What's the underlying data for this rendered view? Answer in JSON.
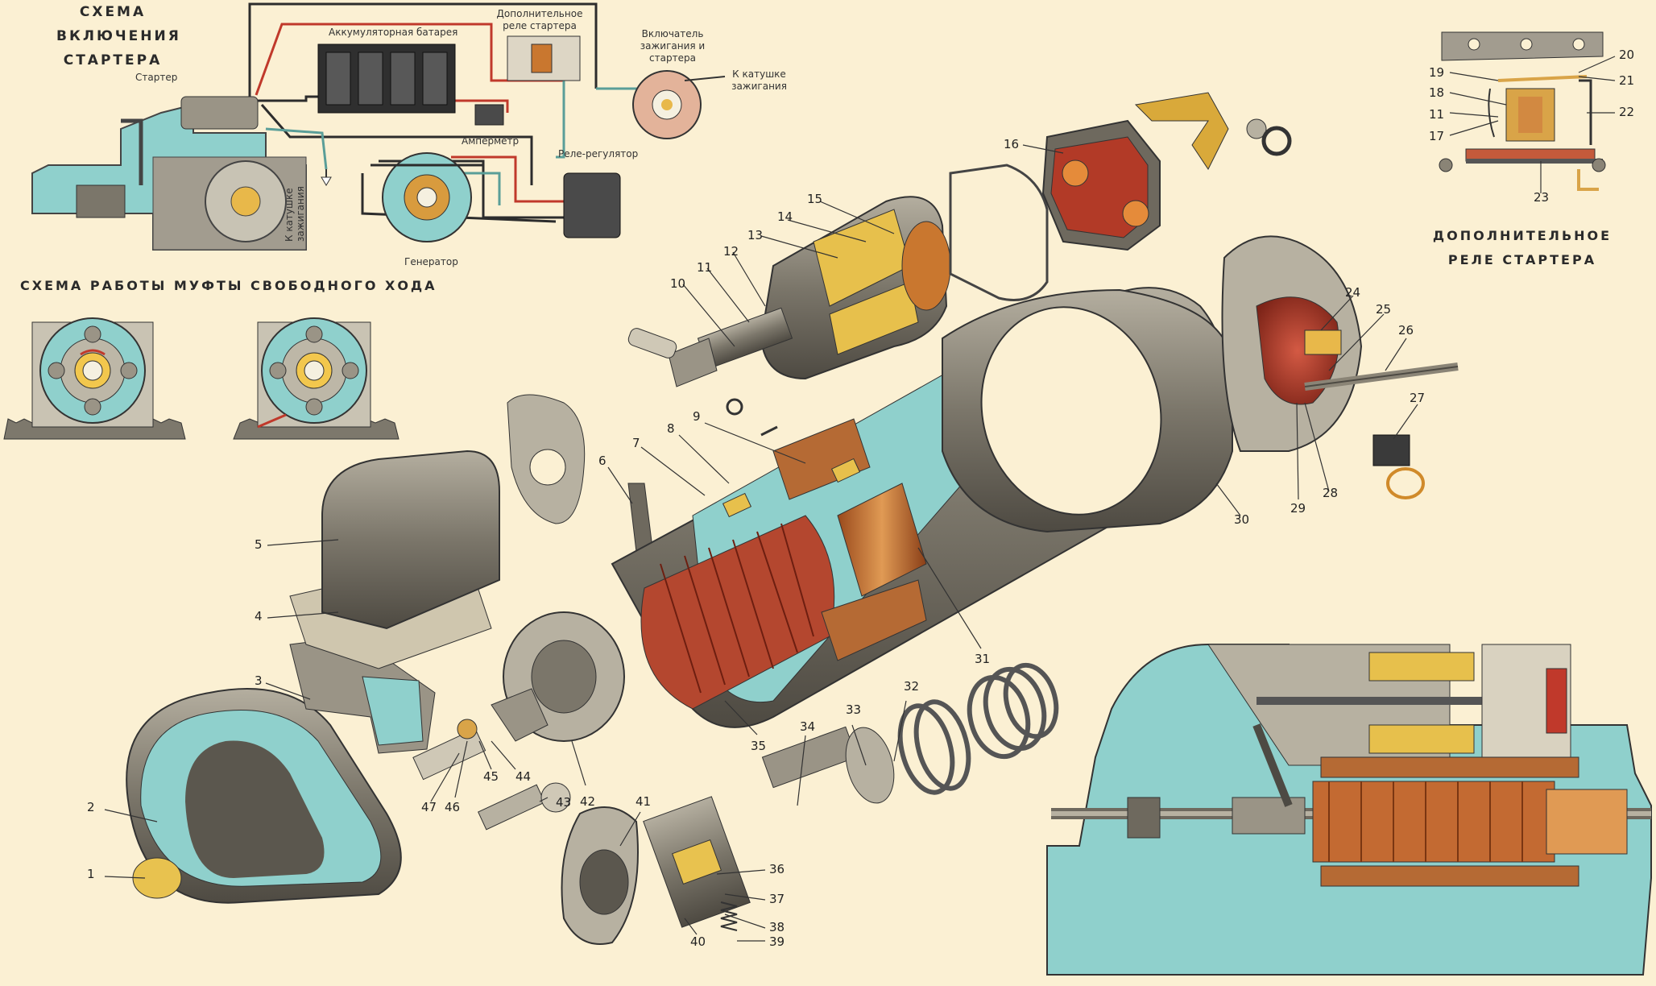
{
  "titles": {
    "starter_scheme": "СХЕМА ВКЛЮЧЕНИЯ СТАРТЕРА",
    "clutch_scheme": "СХЕМА РАБОТЫ МУФТЫ СВОБОДНОГО ХОДА",
    "relay": "ДОПОЛНИТЕЛЬНОЕ РЕЛЕ СТАРТЕРА"
  },
  "scheme_labels": {
    "starter": "Стартер",
    "battery": "Аккумуляторная батарея",
    "aux_relay": "Дополнительное реле стартера",
    "ignition_switch": "Включатель зажигания и стартера",
    "to_coil_right": "К катушке зажигания",
    "ammeter": "Амперметр",
    "regulator": "Реле-регулятор",
    "generator": "Генератор",
    "to_coil_vertical": "К катушке зажигания"
  },
  "part_numbers": [
    "1",
    "2",
    "3",
    "4",
    "5",
    "6",
    "7",
    "8",
    "9",
    "10",
    "11",
    "12",
    "13",
    "14",
    "15",
    "16",
    "17",
    "18",
    "19",
    "20",
    "21",
    "22",
    "23",
    "24",
    "25",
    "26",
    "27",
    "28",
    "29",
    "30",
    "31",
    "32",
    "33",
    "34",
    "35",
    "36",
    "37",
    "38",
    "39",
    "40",
    "41",
    "42",
    "43",
    "44",
    "45",
    "46",
    "47",
    "11"
  ],
  "colors": {
    "background": "#fbf0d3",
    "metal": "#8a8476",
    "metal_dark": "#4d4a43",
    "cutaway": "#8fd0cc",
    "copper": "#c9772f",
    "brass": "#e0b64a",
    "wire_red": "#c0392b",
    "wire_dark": "#2c2c2c",
    "wire_teal": "#5a9e98"
  }
}
